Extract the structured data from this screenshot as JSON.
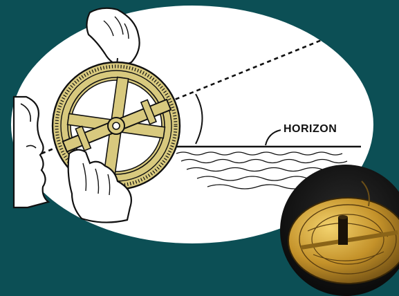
{
  "illustration": {
    "horizon_label": "HORIZON",
    "subject": "sighting-illustration"
  },
  "photo": {
    "subject": "astrolabe-photo"
  },
  "colors": {
    "background": "#0c4f55",
    "ellipse": "#ffffff",
    "brass": "#d8c97e",
    "ink": "#111111"
  }
}
